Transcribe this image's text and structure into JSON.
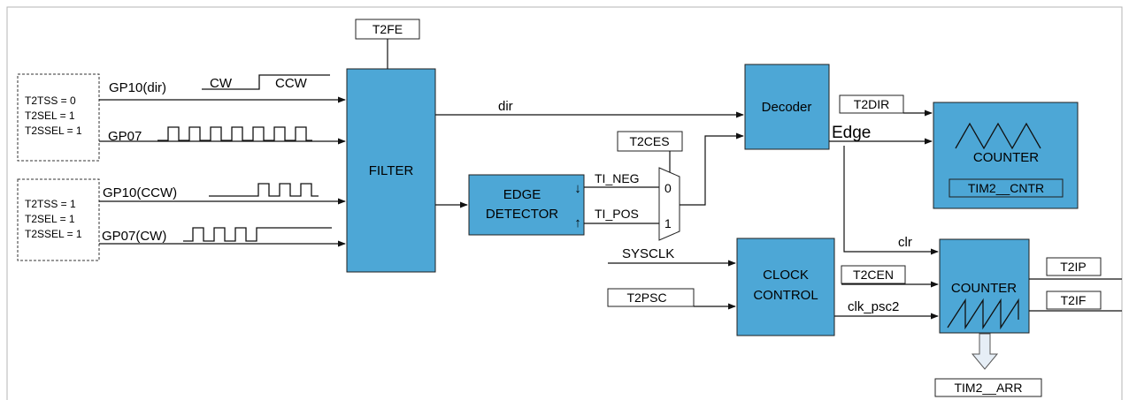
{
  "config_boxes": {
    "top": [
      "T2TSS  = 0",
      "T2SEL  = 1",
      "T2SSEL = 1"
    ],
    "bottom": [
      "T2TSS  = 1",
      "T2SEL  = 1",
      "T2SSEL = 1"
    ]
  },
  "inputs": {
    "gp10_dir": "GP10(dir)",
    "cw": "CW",
    "ccw": "CCW",
    "gp07": "GP07",
    "gp10_ccw": "GP10(CCW)",
    "gp07_cw": "GP07(CW)"
  },
  "blocks": {
    "filter": "FILTER",
    "edge_detector": [
      "EDGE",
      "DETECTOR"
    ],
    "decoder": "Decoder",
    "clock_control": [
      "CLOCK",
      "CONTROL"
    ],
    "counter_top": "COUNTER",
    "counter_bottom": "COUNTER"
  },
  "registers": {
    "t2fe": "T2FE",
    "t2ces": "T2CES",
    "t2dir": "T2DIR",
    "tim2_cntr": "TIM2__CNTR",
    "t2psc": "T2PSC",
    "t2cen": "T2CEN",
    "t2ip": "T2IP",
    "t2if": "T2IF",
    "tim2_arr": "TIM2__ARR"
  },
  "signals": {
    "dir": "dir",
    "ti_neg": "TI_NEG",
    "ti_pos": "TI_POS",
    "arrow_down": "↓",
    "arrow_up": "↑",
    "mux_0": "0",
    "mux_1": "1",
    "edge": "Edge",
    "sysclk": "SYSCLK",
    "clr": "clr",
    "clk_psc2": "clk_psc2"
  }
}
